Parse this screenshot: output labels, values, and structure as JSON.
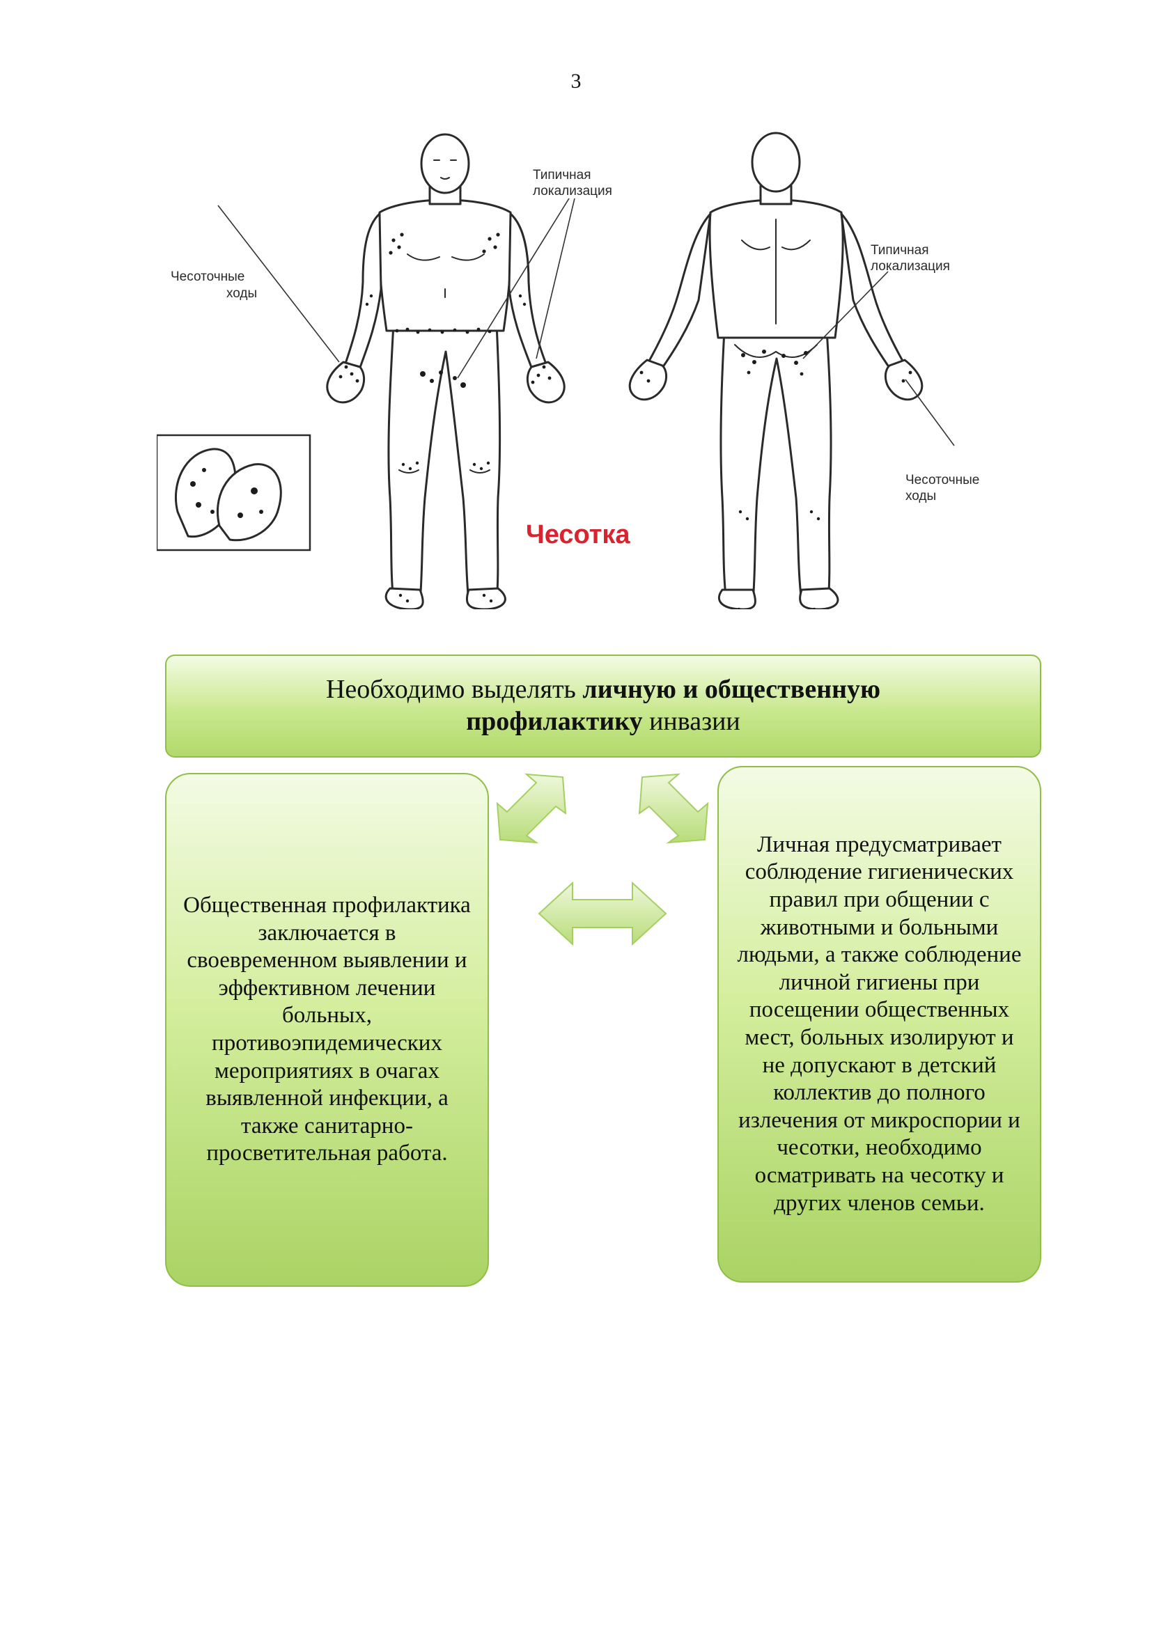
{
  "page_number": "3",
  "figure": {
    "title": "Чесотка",
    "front_label_left": "Чесоточные\nходы",
    "front_label_top": "Типичная\nлокализация",
    "back_label_top": "Типичная\nлокализация",
    "back_label_bottom": "Чесоточные\nходы"
  },
  "diagram": {
    "header": {
      "text_before": "Необходимо выделять ",
      "text_bold_1": "личную и общественную",
      "text_bold_2": "профилактику",
      "text_after": " инвазии"
    },
    "left_box": "Общественная профилактика заключается в своевременном выявлении и эффективном лечении больных, противоэпидемических мероприятиях в очагах выявленной инфекции, а также санитарно-просветительная работа.",
    "right_box": "Личная предусматривает соблюдение гигиенических правил при общении с животными и больными людьми, а также соблюдение личной гигиены при посещении общественных мест, больных изолируют и не допускают в детский коллектив до полного излечения от микроспории и чесотки, необходимо осматривать на чесотку и других членов семьи."
  },
  "colors": {
    "box_border": "#8fbf47",
    "box_fill_light": "#f3fbe4",
    "box_fill_dark": "#aad364",
    "arrow_fill": "#c8e690",
    "title_red": "#d9232e"
  }
}
